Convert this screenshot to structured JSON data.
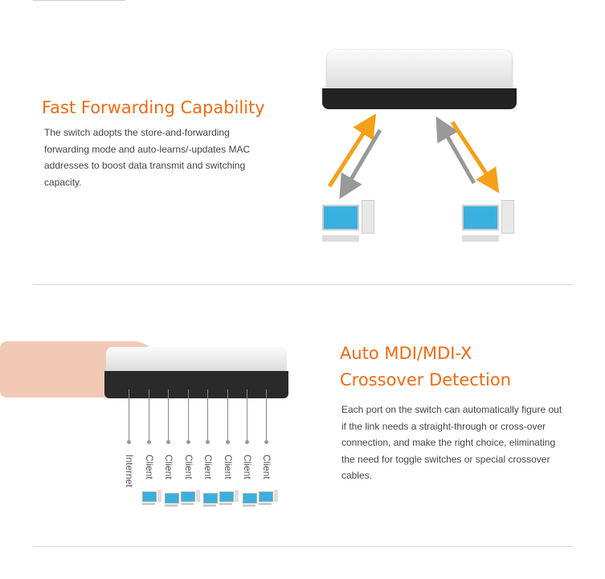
{
  "section1": {
    "title": "Fast Forwarding Capability",
    "body": "The switch adopts the store-and-forwarding forwarding mode and auto-learns/-updates MAC addresses to boost data transmit and switching capacity."
  },
  "section2": {
    "title_line1": "Auto MDI/MDI-X",
    "title_line2": "Crossover Detection",
    "body": "Each port on the switch can automatically figure out if the link needs a straight-through or cross-over connection, and make the right choice, eliminating the need for toggle switches or special crossover cables.",
    "ports": [
      "Internet",
      "Client",
      "Client",
      "Client",
      "Client",
      "Client",
      "Client",
      "Client"
    ]
  },
  "colors": {
    "accent": "#f26a10",
    "arrow_orange": "#f5a019",
    "arrow_gray": "#999999"
  }
}
